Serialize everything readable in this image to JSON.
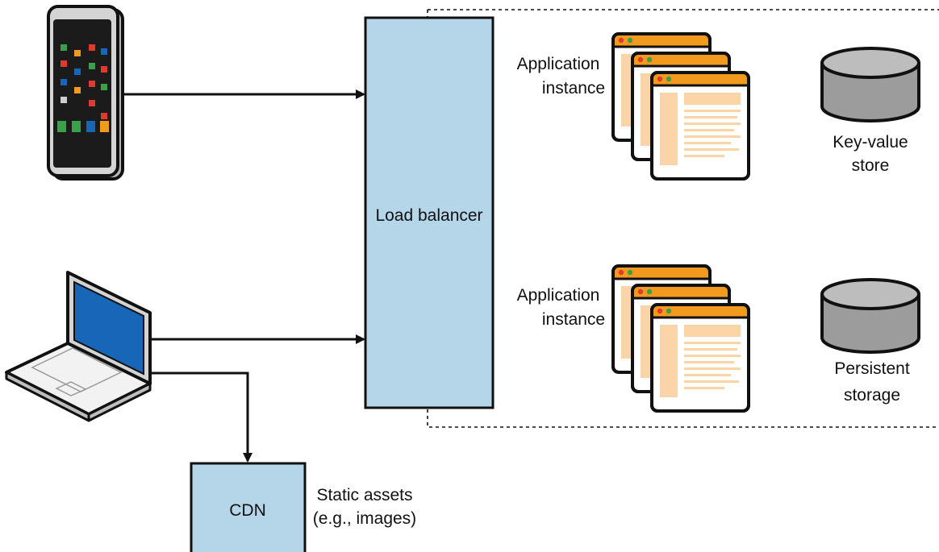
{
  "nodes": {
    "load_balancer": {
      "label": "Load balancer"
    },
    "cdn": {
      "label": "CDN"
    }
  },
  "labels": {
    "app_instance_top": [
      "Application",
      "instance"
    ],
    "app_instance_bottom": [
      "Application",
      "instance"
    ],
    "key_value_store": [
      "Key-value",
      "store"
    ],
    "persistent_storage": [
      "Persistent",
      "storage"
    ],
    "static_assets": [
      "Static assets",
      "(e.g., images)"
    ]
  },
  "colors": {
    "box_fill": "#b5d5e9",
    "stroke": "#111111",
    "window_bar": "#f29a1f",
    "window_content": "#fbd5a8",
    "dot_red": "#e03a2f",
    "dot_green": "#3aa14a",
    "db_fill": "#9c9c9c",
    "db_top": "#bdbdbd",
    "phone_body": "#b8b8b8",
    "laptop_screen": "#1766b8"
  },
  "icons": [
    "smartphone-icon",
    "laptop-icon",
    "app-window-icon",
    "database-icon"
  ]
}
